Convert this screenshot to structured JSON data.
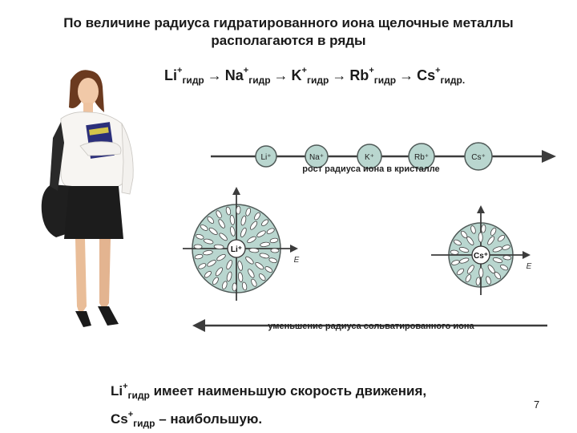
{
  "slide": {
    "title_line1": "По величине радиуса гидратированного иона щелочные металлы",
    "title_line2": "располагаются в ряды",
    "series": [
      {
        "symbol": "Li",
        "charge": "+",
        "sub": "гидр"
      },
      {
        "symbol": "Na",
        "charge": "+",
        "sub": "гидр"
      },
      {
        "symbol": "K",
        "charge": "+",
        "sub": "гидр"
      },
      {
        "symbol": "Rb",
        "charge": "+",
        "sub": "гидр"
      },
      {
        "symbol": "Cs",
        "charge": "+",
        "sub": "гидр."
      }
    ],
    "arrow": "→",
    "diagram": {
      "top_ions": [
        "Li⁺",
        "Na⁺",
        "K⁺",
        "Rb⁺",
        "Cs⁺"
      ],
      "top_caption": "рост радиуса иона в кристалле",
      "big_ion_left": "Li⁺",
      "big_ion_right": "Cs⁺",
      "field_label": "E",
      "bottom_caption": "уменьшение радиуса сольватированного иона"
    },
    "footer": {
      "line1_symbol": "Li",
      "line1_charge": "+",
      "line1_sub": "гидр",
      "line1_text": " имеет наименьшую скорость движения,",
      "line2_symbol": "Cs",
      "line2_charge": "+",
      "line2_sub": "гидр",
      "line2_text": " – наибольшую."
    },
    "page_number": "7"
  }
}
